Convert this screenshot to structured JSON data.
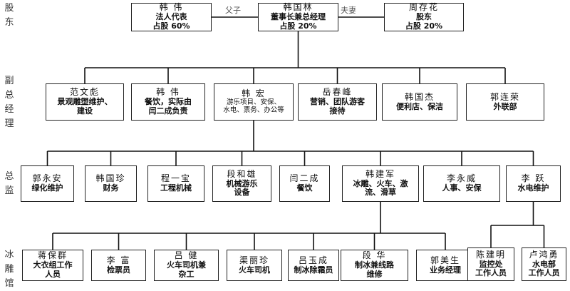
{
  "side_labels": {
    "shareholders": "股\n东",
    "vice_gm": "副\n总\n经\n理",
    "director": "总\n监",
    "ice_hall": "冰\n雕\n馆"
  },
  "relations": {
    "father_son": "父子",
    "spouse": "夫妻"
  },
  "top": {
    "left": {
      "name": "韩 伟",
      "lines": [
        "法人代表",
        "占股 60%"
      ]
    },
    "center": {
      "name": "韩国林",
      "lines": [
        "董事长兼总经理",
        "占股 20%"
      ]
    },
    "right": {
      "name": "周存花",
      "lines": [
        "股东",
        "占股 20%"
      ]
    }
  },
  "vice_gms": [
    {
      "name": "范文彪",
      "lines": [
        "景观雕塑维护、",
        "建设"
      ]
    },
    {
      "name": "韩 伟",
      "lines": [
        "餐饮，实际由",
        "闫二成负责"
      ]
    },
    {
      "name": "韩 宏",
      "lines": [
        "游乐项目、安保、",
        "水电、票务、办公等"
      ]
    },
    {
      "name": "岳春峰",
      "lines": [
        "营销、团队游客",
        "接待"
      ]
    },
    {
      "name": "韩国杰",
      "lines": [
        "便利店、保洁"
      ]
    },
    {
      "name": "郭连荣",
      "lines": [
        "外联部"
      ]
    }
  ],
  "directors": [
    {
      "name": "郭永安",
      "lines": [
        "绿化维护"
      ]
    },
    {
      "name": "韩国珍",
      "lines": [
        "财务"
      ]
    },
    {
      "name": "程一宝",
      "lines": [
        "工程机械"
      ]
    },
    {
      "name": "段和雄",
      "lines": [
        "机械游乐",
        "设备"
      ]
    },
    {
      "name": "闫二成",
      "lines": [
        "餐饮"
      ]
    },
    {
      "name": "韩建军",
      "lines": [
        "冰雕、火车、激",
        "流、滑草"
      ]
    },
    {
      "name": "李永威",
      "lines": [
        "人事、安保"
      ]
    },
    {
      "name": "李 跃",
      "lines": [
        "水电维护"
      ]
    }
  ],
  "ice_hall": [
    {
      "name": "蒋保群",
      "lines": [
        "大衣组工作",
        "人员"
      ]
    },
    {
      "name": "李 富",
      "lines": [
        "检票员"
      ]
    },
    {
      "name": "吕 健",
      "lines": [
        "火车司机兼",
        "杂工"
      ]
    },
    {
      "name": "渠丽珍",
      "lines": [
        "火车司机"
      ]
    },
    {
      "name": "吕玉成",
      "lines": [
        "制冰除霜员"
      ]
    },
    {
      "name": "段 华",
      "lines": [
        "制冰兼线路",
        "维修"
      ]
    },
    {
      "name": "郭美生",
      "lines": [
        "业务经理"
      ]
    }
  ],
  "utilities": [
    {
      "name": "陈建明",
      "lines": [
        "监控处",
        "工作人员"
      ]
    },
    {
      "name": "卢鸿勇",
      "lines": [
        "水电部",
        "工作人员"
      ]
    }
  ]
}
